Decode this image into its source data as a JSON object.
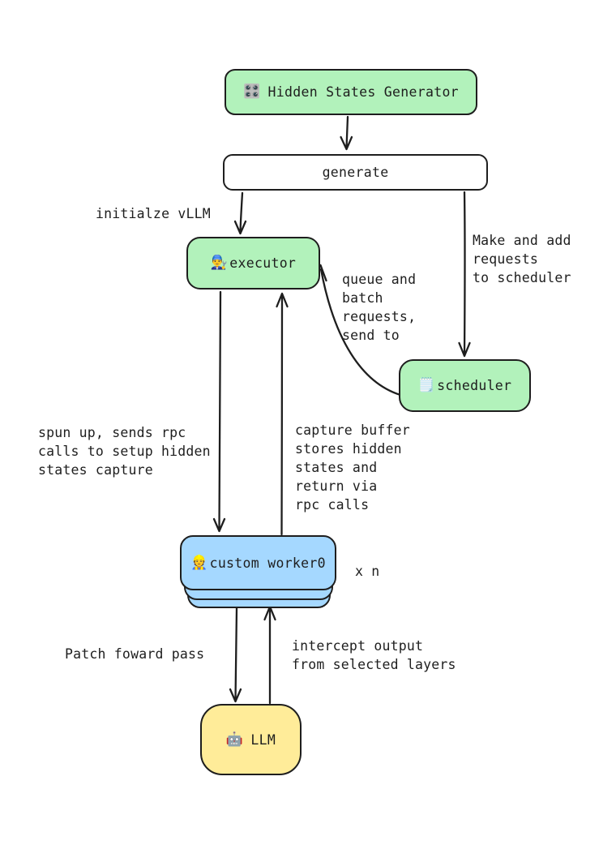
{
  "diagram": {
    "nodes": {
      "generator": {
        "icon": "🎛️",
        "label": "Hidden States Generator"
      },
      "generate": {
        "label": "generate"
      },
      "executor": {
        "icon": "👨‍🔧",
        "label": "executor"
      },
      "scheduler": {
        "icon": "🗒️",
        "label": "scheduler"
      },
      "worker": {
        "icon": "👷",
        "label": "custom worker0"
      },
      "llm": {
        "icon": "🤖",
        "label": "LLM"
      }
    },
    "annotations": {
      "initialize_vllm": "initialze vLLM",
      "make_add_requests": "Make and add\nrequests\nto scheduler",
      "queue_batch": "queue and\nbatch\nrequests,\nsend to",
      "spun_up_rpc": "spun up, sends rpc\ncalls to setup hidden\nstates capture",
      "capture_buffer": "capture buffer\nstores hidden\nstates and\nreturn via\nrpc calls",
      "worker_multiplier": "x n",
      "patch_forward": "Patch foward pass",
      "intercept_output": "intercept output\nfrom selected layers"
    },
    "colors": {
      "node_green": "#b2f2bb",
      "node_blue": "#a5d8ff",
      "node_yellow": "#ffec99",
      "stroke": "#1e1e1e",
      "background": "#ffffff"
    }
  }
}
